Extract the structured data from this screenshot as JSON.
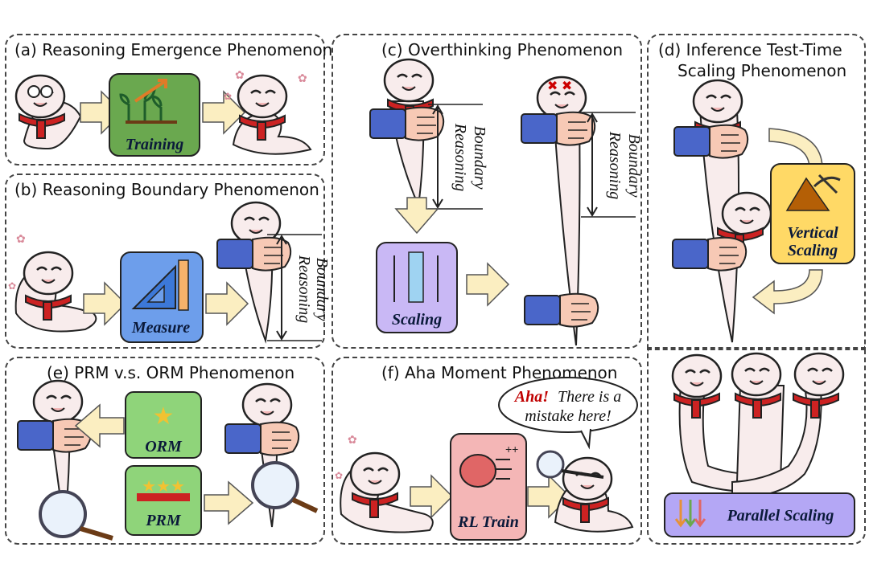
{
  "panels": {
    "a": {
      "title": "(a) Reasoning Emergence Phenomenon",
      "box_label": "Training"
    },
    "b": {
      "title": "(b) Reasoning Boundary Phenomenon",
      "box_label": "Measure",
      "boundary_label_1": "Reasoning",
      "boundary_label_2": "Boundary"
    },
    "c": {
      "title": "(c) Overthinking Phenomenon",
      "box_label": "Scaling",
      "boundary_label_1": "Reasoning",
      "boundary_label_2": "Boundary"
    },
    "d": {
      "title_line1": "(d) Inference Test-Time",
      "title_line2": "Scaling Phenomenon",
      "box_label_1": "Vertical",
      "box_label_2": "Scaling",
      "parallel_label": "Parallel Scaling"
    },
    "e": {
      "title": "(e) PRM v.s. ORM Phenomenon",
      "orm_label": "ORM",
      "prm_label": "PRM"
    },
    "f": {
      "title": "(f) Aha Moment Phenomenon",
      "box_label": "RL Train",
      "bubble_aha": "Aha!",
      "bubble_line1": "There is a",
      "bubble_line2": "mistake here!"
    }
  },
  "colors": {
    "training_box": "#6aa84f",
    "measure_box": "#6d9eeb",
    "scaling_box": "#c9b8f5",
    "vertical_box": "#ffd966",
    "orm_box": "#8fd47a",
    "prm_box": "#8fd47a",
    "rl_box": "#f4b6b6",
    "parallel_box": "#b4a7f5",
    "arrow": "#fbeec1",
    "hand_sleeve": "#4a66c9",
    "scarf": "#cc2222"
  }
}
